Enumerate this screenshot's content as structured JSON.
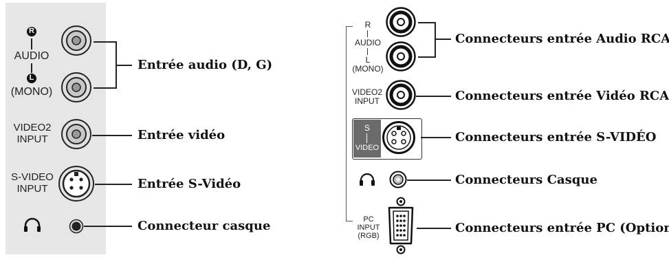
{
  "left_panel": {
    "bg_color": "#e6e6e6",
    "r_badge": "R",
    "l_badge": "L",
    "audio_label": "AUDIO",
    "mono_label": "(MONO)",
    "video2_line1": "VIDEO2",
    "video2_line2": "INPUT",
    "svideo_line1": "S-VIDEO",
    "svideo_line2": "INPUT",
    "callouts": {
      "audio": "Entrée audio (D, G)",
      "video": "Entrée vidéo",
      "svideo": "Entrée S-Vidéo",
      "headphone": "Connecteur casque"
    }
  },
  "right_panel": {
    "r_label": "R",
    "audio_label": "AUDIO",
    "l_label": "L",
    "mono_label": "(MONO)",
    "video2_line1": "VIDEO2",
    "video2_line2": "INPUT",
    "svideo_tab_s": "S",
    "svideo_tab_video": "VIDEO",
    "pc_line1": "PC",
    "pc_line2": "INPUT",
    "pc_line3": "(RGB)",
    "callouts": {
      "audio": "Connecteurs entrée Audio RCA",
      "video": "Connecteurs entrée Vidéo RCA",
      "svideo": "Connecteurs entrée S-VIDÉO",
      "headphone": "Connecteurs Casque",
      "pc": "Connecteurs entrée PC (Option)"
    }
  },
  "icons": [
    "rca-jack-icon",
    "s-video-jack-icon",
    "headphone-icon",
    "headphone-jack-icon",
    "vga-port-icon"
  ]
}
